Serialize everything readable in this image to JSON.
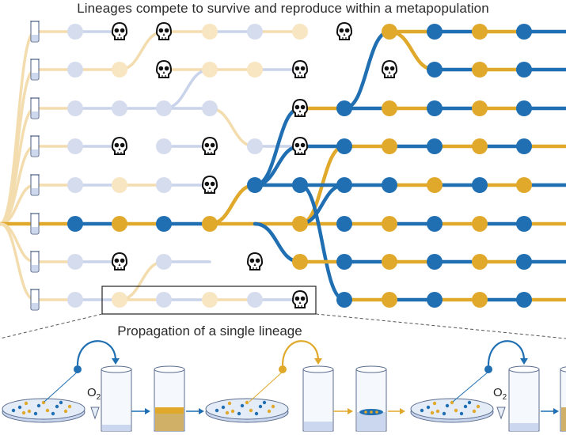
{
  "diagram": {
    "title": "Lineages compete to survive and reproduce within a metapopulation",
    "subtitle": "Propagation of a single lineage",
    "oxygen_label_main": "O",
    "oxygen_label_sub": "2",
    "colors": {
      "blue": "#1f6fb2",
      "yellow": "#e0a92b",
      "pale_blue": "#d5dcee",
      "pale_yellow": "#f8e6c2",
      "pale_blue_line": "#c9d3ea",
      "pale_yellow_line": "#f3dcae"
    },
    "icons": [
      "test-tube-icon",
      "node-icon",
      "skull-icon",
      "petri-dish-icon",
      "tube-icon",
      "arrow-icon"
    ]
  }
}
